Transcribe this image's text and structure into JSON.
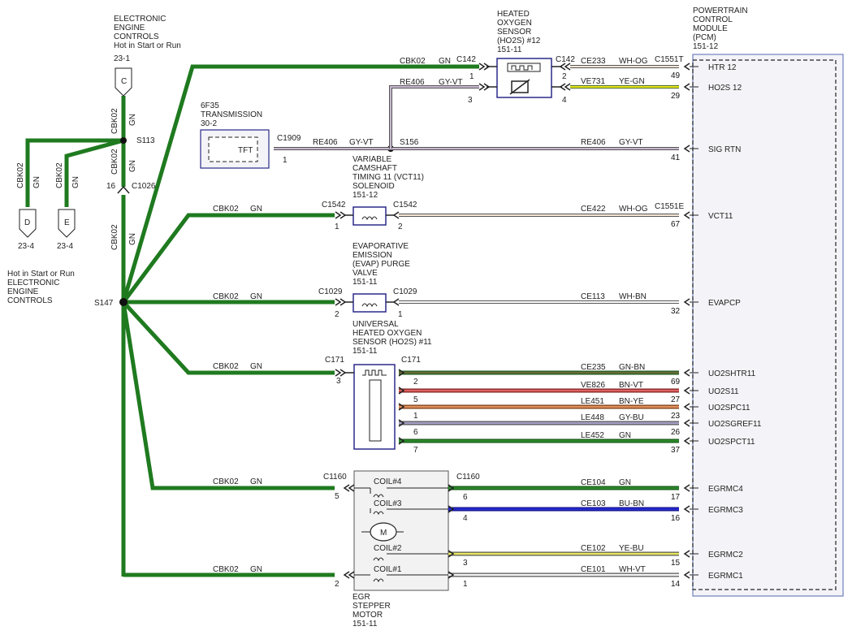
{
  "top_left": {
    "title_lines": [
      "ELECTRONIC",
      "ENGINE",
      "CONTROLS",
      "Hot in Start or Run",
      "23-1"
    ],
    "connector_c": "C",
    "splice_s113": "S113",
    "c1026": "C1026",
    "c1026_pin": "16",
    "wire_top": {
      "circuit": "CBK02",
      "color": "GN"
    },
    "wire_mid": {
      "circuit": "CBK02",
      "color": "GN"
    },
    "wire_main": {
      "circuit": "CBK02",
      "color": "GN"
    },
    "wire_d": {
      "circuit": "CBK02",
      "color": "GN"
    },
    "wire_e": {
      "circuit": "CBK02",
      "color": "GN"
    },
    "conn_d": "D",
    "conn_e": "E",
    "conn_d_ref": "23-4",
    "conn_e_ref": "23-4",
    "bottom_lines": [
      "Hot in Start or Run",
      "ELECTRONIC",
      "ENGINE",
      "CONTROLS"
    ],
    "splice_s147": "S147"
  },
  "transmission": {
    "lines": [
      "6F35",
      "TRANSMISSION",
      "30-2"
    ],
    "component": "TFT",
    "connector": "C1909",
    "pin": "1",
    "wire": {
      "circuit": "RE406",
      "color": "GY-VT"
    }
  },
  "s156": "S156",
  "ho2s12": {
    "lines": [
      "HEATED",
      "OXYGEN",
      "SENSOR",
      "(HO2S) #12",
      "151-11"
    ],
    "conn_left": "C142",
    "conn_right": "C142",
    "pin_l1": "1",
    "pin_l3": "3",
    "pin_r2": "2",
    "pin_r4": "4"
  },
  "pcm": {
    "lines": [
      "POWERTRAIN",
      "CONTROL",
      "MODULE",
      "(PCM)",
      "151-12"
    ],
    "conn_t": "C1551T",
    "conn_e": "C1551E",
    "signals": [
      {
        "name": "HTR 12",
        "pin": "49"
      },
      {
        "name": "HO2S 12",
        "pin": "29"
      },
      {
        "name": "SIG RTN",
        "pin": "41"
      },
      {
        "name": "VCT11",
        "pin": "67"
      },
      {
        "name": "EVAPCP",
        "pin": "32"
      },
      {
        "name": "UO2SHTR11",
        "pin": "69"
      },
      {
        "name": "UO2S11",
        "pin": "27"
      },
      {
        "name": "UO2SPC11",
        "pin": "23"
      },
      {
        "name": "UO2SGREF11",
        "pin": "26"
      },
      {
        "name": "UO2SPCT11",
        "pin": "37"
      },
      {
        "name": "EGRMC4",
        "pin": "17"
      },
      {
        "name": "EGRMC3",
        "pin": "16"
      },
      {
        "name": "EGRMC2",
        "pin": "15"
      },
      {
        "name": "EGRMC1",
        "pin": "14"
      }
    ]
  },
  "wires": {
    "cbk02_top": {
      "circuit": "CBK02",
      "color": "GN"
    },
    "re406_vert": {
      "circuit": "RE406",
      "color": "GY-VT"
    },
    "ce233": {
      "circuit": "CE233",
      "color": "WH-OG"
    },
    "ve731": {
      "circuit": "VE731",
      "color": "YE-GN"
    },
    "re406_pcm": {
      "circuit": "RE406",
      "color": "GY-VT"
    },
    "ce422": {
      "circuit": "CE422",
      "color": "WH-OG"
    },
    "ce113": {
      "circuit": "CE113",
      "color": "WH-BN"
    },
    "ce235": {
      "circuit": "CE235",
      "color": "GN-BN"
    },
    "ve826": {
      "circuit": "VE826",
      "color": "BN-VT"
    },
    "le451": {
      "circuit": "LE451",
      "color": "BN-YE"
    },
    "le448": {
      "circuit": "LE448",
      "color": "GY-BU"
    },
    "le452": {
      "circuit": "LE452",
      "color": "GN"
    },
    "ce104": {
      "circuit": "CE104",
      "color": "GN"
    },
    "ce103": {
      "circuit": "CE103",
      "color": "BU-BN"
    },
    "ce102": {
      "circuit": "CE102",
      "color": "YE-BU"
    },
    "ce101": {
      "circuit": "CE101",
      "color": "WH-VT"
    }
  },
  "vct": {
    "lines": [
      "VARIABLE",
      "CAMSHAFT",
      "TIMING 11 (VCT11)",
      "SOLENOID",
      "151-12"
    ],
    "conn_left": "C1542",
    "conn_right": "C1542",
    "pin_l": "1",
    "pin_r": "2",
    "wire_in": {
      "circuit": "CBK02",
      "color": "GN"
    }
  },
  "evap": {
    "lines": [
      "EVAPORATIVE",
      "EMISSION",
      "(EVAP) PURGE",
      "VALVE",
      "151-11"
    ],
    "conn_left": "C1029",
    "conn_right": "C1029",
    "pin_l": "2",
    "pin_r": "1",
    "wire_in": {
      "circuit": "CBK02",
      "color": "GN"
    }
  },
  "uho2s": {
    "lines": [
      "UNIVERSAL",
      "HEATED OXYGEN",
      "SENSOR (HO2S) #11",
      "151-11"
    ],
    "conn_left": "C171",
    "conn_right": "C171",
    "pin_l": "3",
    "pins_r": [
      "2",
      "5",
      "1",
      "6",
      "7"
    ],
    "wire_in": {
      "circuit": "CBK02",
      "color": "GN"
    }
  },
  "egr": {
    "lines": [
      "EGR",
      "STEPPER",
      "MOTOR",
      "151-11"
    ],
    "conn_left": "C1160",
    "conn_right": "C1160",
    "coils": [
      "COIL#4",
      "COIL#3",
      "COIL#2",
      "COIL#1"
    ],
    "motor": "M",
    "pin_l5": "5",
    "pin_l2": "2",
    "pins_r": [
      "6",
      "4",
      "3",
      "1"
    ],
    "wire_in5": {
      "circuit": "CBK02",
      "color": "GN"
    },
    "wire_in2": {
      "circuit": "CBK02",
      "color": "GN"
    }
  },
  "colors": {
    "green": "#1f7a1f",
    "grey_violet": "#9a8aa0",
    "white_orange": "#f0dcc8",
    "yellow_green": "#d8d800",
    "blue": "#1515c0",
    "red": "#c03030",
    "box_border": "#2a2a8a"
  }
}
